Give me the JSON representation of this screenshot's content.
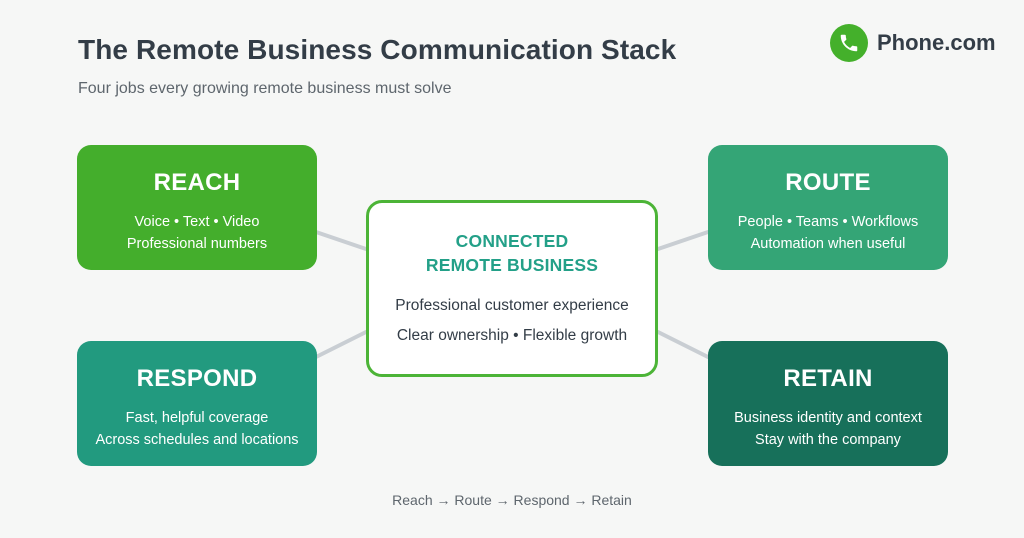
{
  "header": {
    "title": "The Remote Business Communication Stack",
    "subtitle": "Four jobs every growing remote business must solve"
  },
  "brand": {
    "name": "Phone.com",
    "icon": "phone-icon",
    "color": "#44b02b"
  },
  "center": {
    "title_line1": "CONNECTED",
    "title_line2": "REMOTE BUSINESS",
    "line1": "Professional customer experience",
    "line2": "Clear ownership • Flexible growth",
    "title_color": "#23a088",
    "border_color": "#4cb437"
  },
  "cards": {
    "reach": {
      "title": "REACH",
      "line1": "Voice • Text • Video",
      "line2": "Professional numbers",
      "color": "#44ae2c"
    },
    "route": {
      "title": "ROUTE",
      "line1": "People • Teams • Workflows",
      "line2": "Automation when useful",
      "color": "#34a576"
    },
    "respond": {
      "title": "RESPOND",
      "line1": "Fast, helpful coverage",
      "line2": "Across schedules and locations",
      "color": "#229a7f"
    },
    "retain": {
      "title": "RETAIN",
      "line1": "Business identity and context",
      "line2": "Stay with the company",
      "color": "#17705a"
    }
  },
  "footer": {
    "flow": "Reach → Route → Respond → Retain"
  }
}
